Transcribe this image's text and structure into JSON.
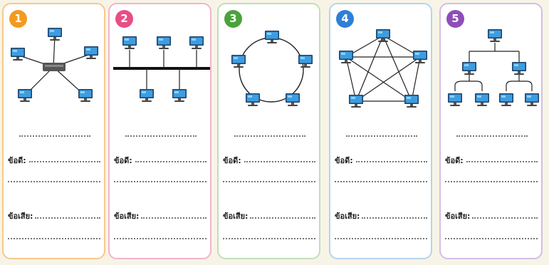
{
  "cards": [
    {
      "number": "1",
      "accent": "#f39a1f",
      "border": "#f5c98b",
      "topology": "star",
      "pros_label": "ข้อดี:",
      "cons_label": "ข้อเสีย:"
    },
    {
      "number": "2",
      "accent": "#e84e86",
      "border": "#f2b4cb",
      "topology": "bus",
      "pros_label": "ข้อดี:",
      "cons_label": "ข้อเสีย:"
    },
    {
      "number": "3",
      "accent": "#4aa33a",
      "border": "#bfe0b5",
      "topology": "ring",
      "pros_label": "ข้อดี:",
      "cons_label": "ข้อเสีย:"
    },
    {
      "number": "4",
      "accent": "#2e7fd6",
      "border": "#b6d3ef",
      "topology": "mesh",
      "pros_label": "ข้อดี:",
      "cons_label": "ข้อเสีย:"
    },
    {
      "number": "5",
      "accent": "#8e4db8",
      "border": "#d4bde6",
      "topology": "tree",
      "pros_label": "ข้อดี:",
      "cons_label": "ข้อเสีย:"
    }
  ],
  "icons": {
    "computer": "computer-icon",
    "hub": "hub-icon"
  }
}
